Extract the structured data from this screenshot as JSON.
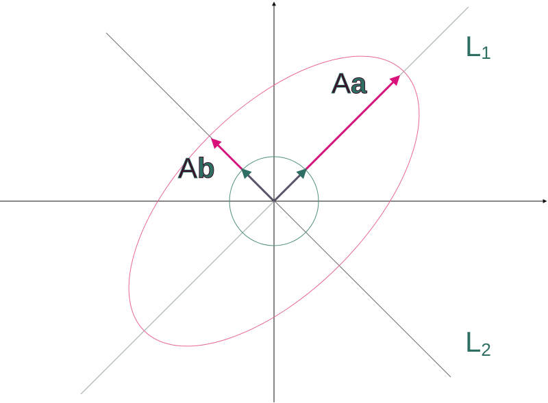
{
  "labels": {
    "aa_prefix": "A",
    "aa_vec": "a",
    "ab_prefix": "A",
    "ab_vec": "b",
    "l1_letter": "L",
    "l1_sub": "1",
    "l2_letter": "L",
    "l2_sub": "2"
  },
  "colors": {
    "axis": "#111111",
    "line_l1": "#9aa6a4",
    "line_l2": "#6b6b6b",
    "ellipse": "#e8659a",
    "circle": "#4f8f7b",
    "image_vector": "#d8127a",
    "unit_vector": "#2f6e62",
    "base_vector": "#5a5266",
    "label_L": "#2f6e62",
    "label_A": "#3b0f2a"
  }
}
